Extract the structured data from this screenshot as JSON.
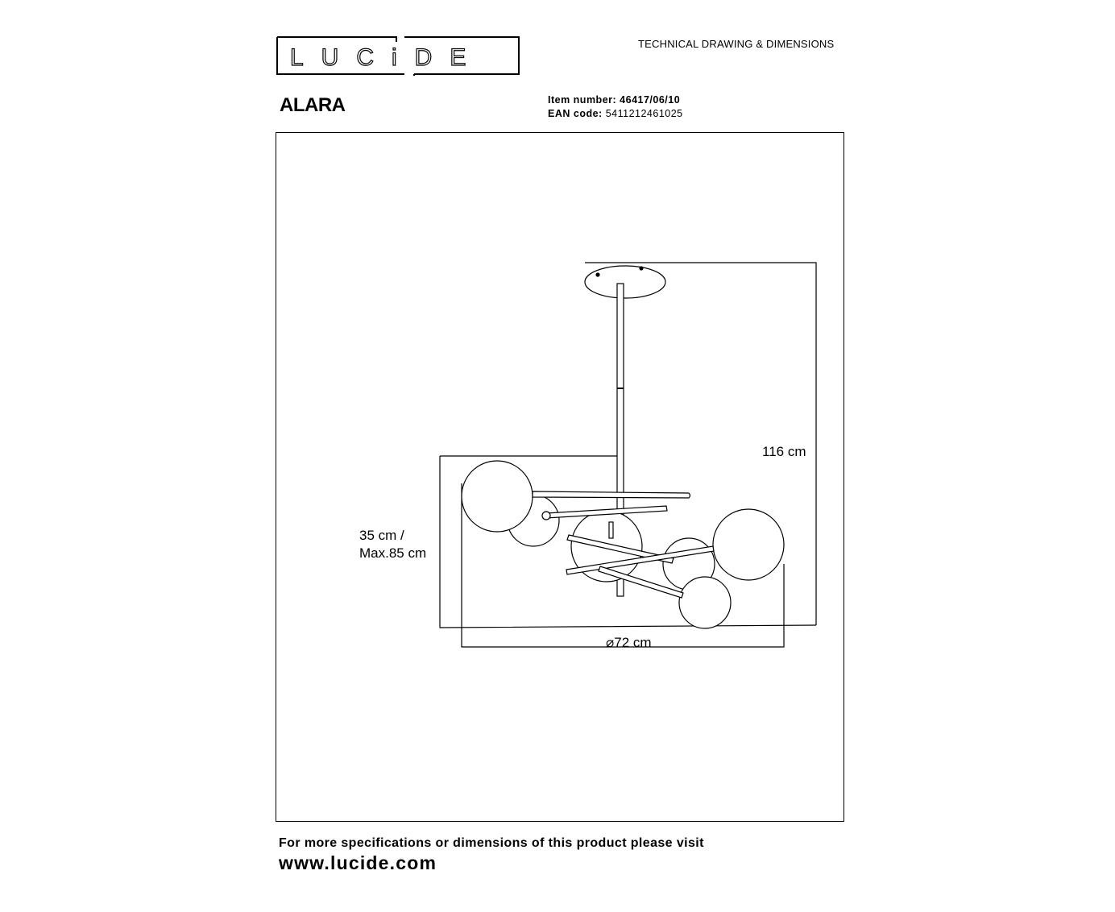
{
  "header": {
    "logo_text": "LUCIDE",
    "document_type": "TECHNICAL DRAWING & DIMENSIONS"
  },
  "product": {
    "name": "ALARA",
    "item_number_label": "Item number:",
    "item_number": "46417/06/10",
    "ean_label": "EAN code:",
    "ean": "5411212461025"
  },
  "drawing": {
    "height_total": "116 cm",
    "height_body_line1": "35 cm /",
    "height_body_line2": "Max.85 cm",
    "diameter": "⌀72 cm"
  },
  "footer": {
    "text": "For more specifications or dimensions of this product please visit",
    "url": "www.lucide.com"
  }
}
